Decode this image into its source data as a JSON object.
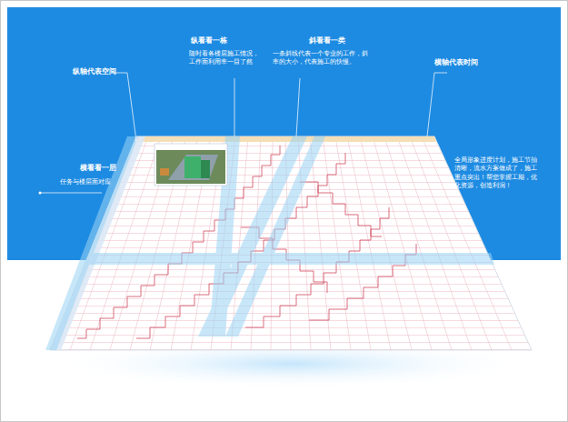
{
  "diagram": {
    "labels": [
      "纵轴代表空间",
      "纵看看一栋",
      "随时看各楼层施工情况，工作面利用率一目了然",
      "斜看看一类",
      "一条斜线代表一个专业的工作，斜率的大小，代表施工的快慢。",
      "横轴代表时间",
      "横看看一层",
      "任务与楼层面对应",
      "全局形象进度计划，施工节拍清晰，流水方案做成了，施工重点突出！帮您掌握工期，优化资源，创造利润！"
    ]
  }
}
